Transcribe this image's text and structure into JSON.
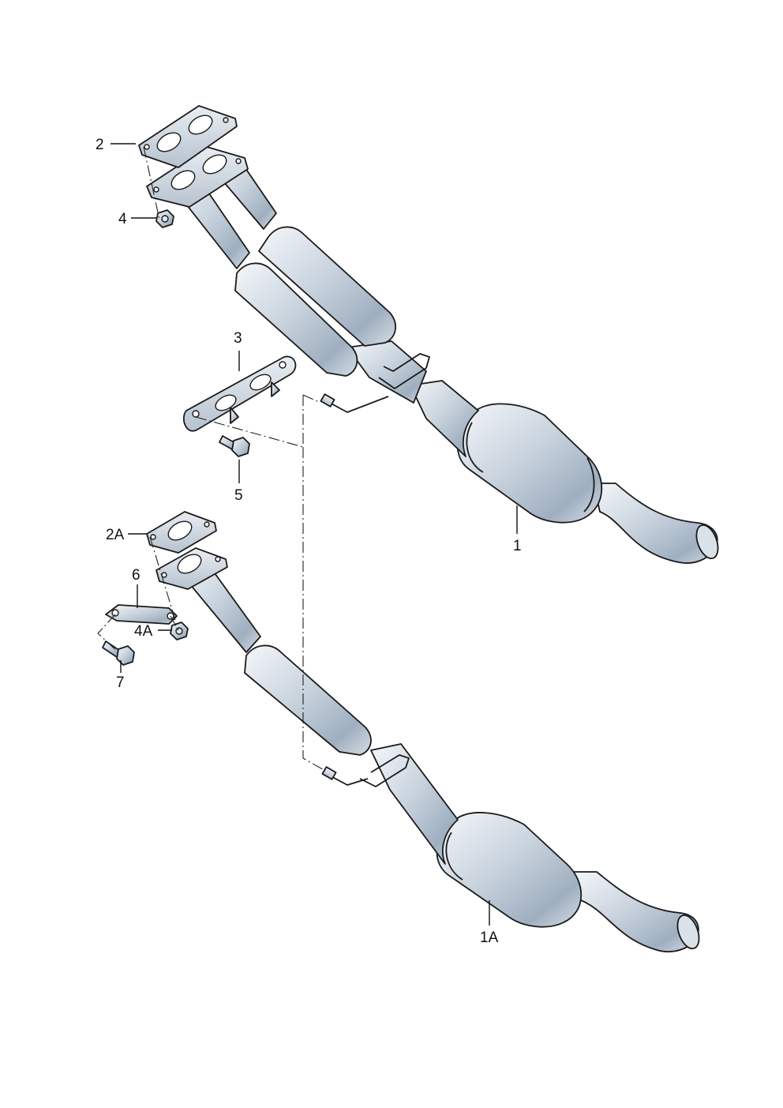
{
  "diagram": {
    "callouts": [
      {
        "id": "p1",
        "text": "1"
      },
      {
        "id": "p1a",
        "text": "1A"
      },
      {
        "id": "p2",
        "text": "2"
      },
      {
        "id": "p2a",
        "text": "2A"
      },
      {
        "id": "p3",
        "text": "3"
      },
      {
        "id": "p4",
        "text": "4"
      },
      {
        "id": "p4a",
        "text": "4A"
      },
      {
        "id": "p5",
        "text": "5"
      },
      {
        "id": "p6",
        "text": "6"
      },
      {
        "id": "p7",
        "text": "7"
      }
    ]
  }
}
